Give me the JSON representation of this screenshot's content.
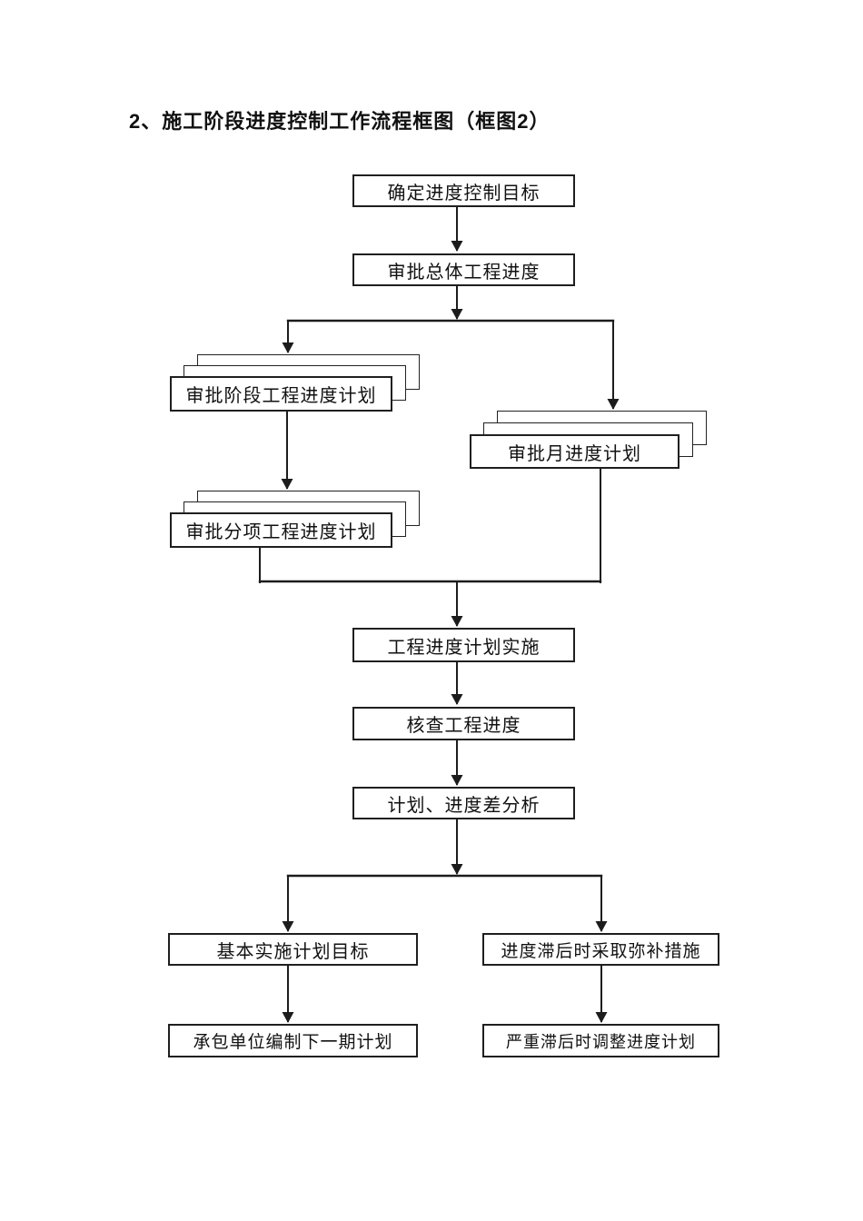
{
  "page": {
    "title": "2、施工阶段进度控制工作流程框图（框图2）"
  },
  "colors": {
    "background": "#ffffff",
    "line": "#1c1c1c",
    "box_border": "#1f1f1f",
    "text": "#111111"
  },
  "flowchart": {
    "nodes": [
      {
        "id": "set-goal",
        "label": "确定进度控制目标",
        "stacked": false
      },
      {
        "id": "approve-overall",
        "label": "审批总体工程进度",
        "stacked": false
      },
      {
        "id": "approve-phase-plan",
        "label": "审批阶段工程进度计划",
        "stacked": true
      },
      {
        "id": "approve-monthly-plan",
        "label": "审批月进度计划",
        "stacked": true
      },
      {
        "id": "approve-subitem-plan",
        "label": "审批分项工程进度计划",
        "stacked": true
      },
      {
        "id": "implement-plan",
        "label": "工程进度计划实施",
        "stacked": false
      },
      {
        "id": "check-progress",
        "label": "核查工程进度",
        "stacked": false
      },
      {
        "id": "analyze-deviation",
        "label": "计划、进度差分析",
        "stacked": false
      },
      {
        "id": "basic-target",
        "label": "基本实施计划目标",
        "stacked": false
      },
      {
        "id": "remedial-measures",
        "label": "进度滞后时采取弥补措施",
        "stacked": false
      },
      {
        "id": "next-period-plan",
        "label": "承包单位编制下一期计划",
        "stacked": false
      },
      {
        "id": "adjust-plan",
        "label": "严重滞后时调整进度计划",
        "stacked": false
      }
    ],
    "edges": [
      {
        "from": "set-goal",
        "to": "approve-overall"
      },
      {
        "from": "approve-overall",
        "to": "approve-phase-plan"
      },
      {
        "from": "approve-overall",
        "to": "approve-monthly-plan"
      },
      {
        "from": "approve-phase-plan",
        "to": "approve-subitem-plan"
      },
      {
        "from": "approve-subitem-plan",
        "to": "implement-plan"
      },
      {
        "from": "approve-monthly-plan",
        "to": "implement-plan"
      },
      {
        "from": "implement-plan",
        "to": "check-progress"
      },
      {
        "from": "check-progress",
        "to": "analyze-deviation"
      },
      {
        "from": "analyze-deviation",
        "to": "basic-target"
      },
      {
        "from": "analyze-deviation",
        "to": "remedial-measures"
      },
      {
        "from": "basic-target",
        "to": "next-period-plan"
      },
      {
        "from": "remedial-measures",
        "to": "adjust-plan"
      }
    ]
  }
}
